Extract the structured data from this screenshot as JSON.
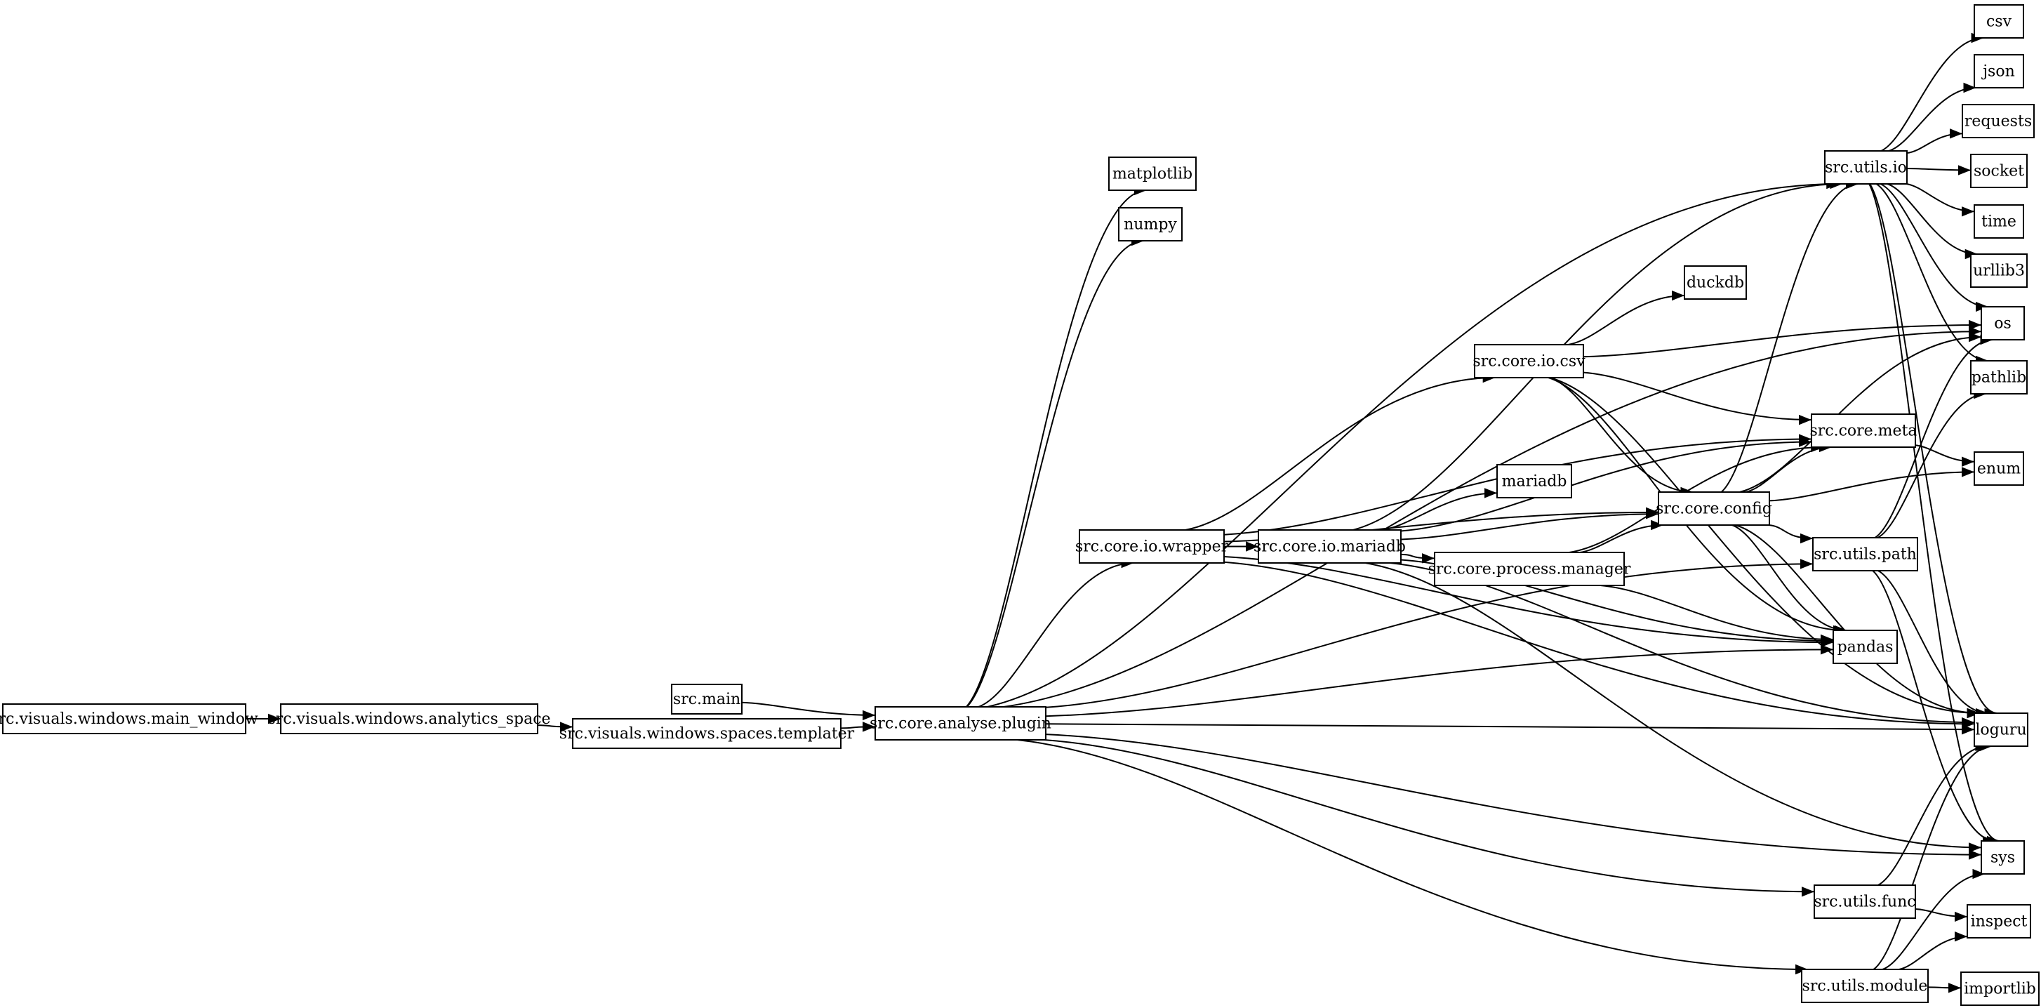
{
  "nodes": [
    {
      "id": "main_window",
      "label": "src.visuals.windows.main_window"
    },
    {
      "id": "analytics_space",
      "label": "src.visuals.windows.analytics_space"
    },
    {
      "id": "templater",
      "label": "src.visuals.windows.spaces.templater"
    },
    {
      "id": "src_main",
      "label": "src.main"
    },
    {
      "id": "analyse_plugin",
      "label": "src.core.analyse.plugin"
    },
    {
      "id": "matplotlib",
      "label": "matplotlib"
    },
    {
      "id": "numpy",
      "label": "numpy"
    },
    {
      "id": "io_wrapper",
      "label": "src.core.io.wrapper"
    },
    {
      "id": "io_mariadb",
      "label": "src.core.io.mariadb"
    },
    {
      "id": "mariadb",
      "label": "mariadb"
    },
    {
      "id": "io_csv",
      "label": "src.core.io.csv"
    },
    {
      "id": "duckdb",
      "label": "duckdb"
    },
    {
      "id": "process_manager",
      "label": "src.core.process.manager"
    },
    {
      "id": "core_config",
      "label": "src.core.config"
    },
    {
      "id": "core_meta",
      "label": "src.core.meta"
    },
    {
      "id": "utils_io",
      "label": "src.utils.io"
    },
    {
      "id": "utils_path",
      "label": "src.utils.path"
    },
    {
      "id": "pandas",
      "label": "pandas"
    },
    {
      "id": "utils_func",
      "label": "src.utils.func"
    },
    {
      "id": "utils_module",
      "label": "src.utils.module"
    },
    {
      "id": "csv",
      "label": "csv"
    },
    {
      "id": "json",
      "label": "json"
    },
    {
      "id": "requests",
      "label": "requests"
    },
    {
      "id": "socket",
      "label": "socket"
    },
    {
      "id": "time",
      "label": "time"
    },
    {
      "id": "urllib3",
      "label": "urllib3"
    },
    {
      "id": "os",
      "label": "os"
    },
    {
      "id": "pathlib",
      "label": "pathlib"
    },
    {
      "id": "enum",
      "label": "enum"
    },
    {
      "id": "loguru",
      "label": "loguru"
    },
    {
      "id": "sys",
      "label": "sys"
    },
    {
      "id": "inspect",
      "label": "inspect"
    },
    {
      "id": "importlib",
      "label": "importlib"
    }
  ],
  "edges": [
    {
      "from": "main_window",
      "to": "analytics_space"
    },
    {
      "from": "analytics_space",
      "to": "templater"
    },
    {
      "from": "templater",
      "to": "analyse_plugin"
    },
    {
      "from": "src_main",
      "to": "analyse_plugin"
    },
    {
      "from": "analyse_plugin",
      "to": "matplotlib"
    },
    {
      "from": "analyse_plugin",
      "to": "numpy"
    },
    {
      "from": "analyse_plugin",
      "to": "utils_io"
    },
    {
      "from": "analyse_plugin",
      "to": "os"
    },
    {
      "from": "analyse_plugin",
      "to": "io_wrapper"
    },
    {
      "from": "analyse_plugin",
      "to": "utils_path"
    },
    {
      "from": "analyse_plugin",
      "to": "pandas"
    },
    {
      "from": "analyse_plugin",
      "to": "loguru"
    },
    {
      "from": "analyse_plugin",
      "to": "utils_func"
    },
    {
      "from": "analyse_plugin",
      "to": "sys"
    },
    {
      "from": "analyse_plugin",
      "to": "utils_module"
    },
    {
      "from": "io_wrapper",
      "to": "io_mariadb"
    },
    {
      "from": "io_wrapper",
      "to": "io_csv"
    },
    {
      "from": "io_wrapper",
      "to": "core_meta"
    },
    {
      "from": "io_wrapper",
      "to": "core_config"
    },
    {
      "from": "io_wrapper",
      "to": "pandas"
    },
    {
      "from": "io_wrapper",
      "to": "loguru"
    },
    {
      "from": "io_mariadb",
      "to": "mariadb"
    },
    {
      "from": "io_mariadb",
      "to": "utils_io"
    },
    {
      "from": "io_mariadb",
      "to": "core_meta"
    },
    {
      "from": "io_mariadb",
      "to": "core_config"
    },
    {
      "from": "io_mariadb",
      "to": "process_manager"
    },
    {
      "from": "io_mariadb",
      "to": "pandas"
    },
    {
      "from": "io_mariadb",
      "to": "loguru"
    },
    {
      "from": "io_mariadb",
      "to": "sys"
    },
    {
      "from": "io_csv",
      "to": "duckdb"
    },
    {
      "from": "io_csv",
      "to": "os"
    },
    {
      "from": "io_csv",
      "to": "core_meta"
    },
    {
      "from": "io_csv",
      "to": "core_config"
    },
    {
      "from": "io_csv",
      "to": "pandas"
    },
    {
      "from": "io_csv",
      "to": "loguru"
    },
    {
      "from": "process_manager",
      "to": "core_meta"
    },
    {
      "from": "process_manager",
      "to": "core_config"
    },
    {
      "from": "process_manager",
      "to": "pandas"
    },
    {
      "from": "core_config",
      "to": "core_meta"
    },
    {
      "from": "core_config",
      "to": "utils_io"
    },
    {
      "from": "core_config",
      "to": "utils_path"
    },
    {
      "from": "core_config",
      "to": "enum"
    },
    {
      "from": "core_config",
      "to": "os"
    },
    {
      "from": "core_config",
      "to": "pandas"
    },
    {
      "from": "core_config",
      "to": "loguru"
    },
    {
      "from": "core_meta",
      "to": "enum"
    },
    {
      "from": "utils_io",
      "to": "csv"
    },
    {
      "from": "utils_io",
      "to": "json"
    },
    {
      "from": "utils_io",
      "to": "requests"
    },
    {
      "from": "utils_io",
      "to": "socket"
    },
    {
      "from": "utils_io",
      "to": "time"
    },
    {
      "from": "utils_io",
      "to": "urllib3"
    },
    {
      "from": "utils_io",
      "to": "os"
    },
    {
      "from": "utils_io",
      "to": "pathlib"
    },
    {
      "from": "utils_io",
      "to": "loguru"
    },
    {
      "from": "utils_io",
      "to": "sys"
    },
    {
      "from": "utils_path",
      "to": "os"
    },
    {
      "from": "utils_path",
      "to": "pathlib"
    },
    {
      "from": "utils_path",
      "to": "loguru"
    },
    {
      "from": "utils_path",
      "to": "sys"
    },
    {
      "from": "utils_func",
      "to": "loguru"
    },
    {
      "from": "utils_func",
      "to": "inspect"
    },
    {
      "from": "utils_module",
      "to": "importlib"
    },
    {
      "from": "utils_module",
      "to": "inspect"
    },
    {
      "from": "utils_module",
      "to": "sys"
    },
    {
      "from": "utils_module",
      "to": "loguru"
    }
  ]
}
